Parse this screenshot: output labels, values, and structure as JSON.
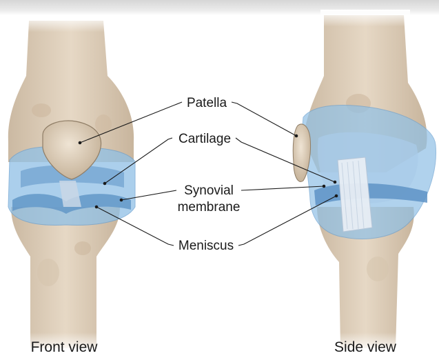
{
  "labels": {
    "patella": "Patella",
    "cartilage": "Cartilage",
    "synovial_line1": "Synovial",
    "synovial_line2": "membrane",
    "meniscus": "Meniscus"
  },
  "captions": {
    "front": "Front view",
    "side": "Side view"
  },
  "colors": {
    "bone": "#e0d0bb",
    "bone_shadow": "#c7b49c",
    "synovial": "#8fc0e6",
    "synovial_dark": "#5e93c6",
    "cartilage": "#9cc4e4",
    "ligament": "#e8eef5",
    "leader_line": "#1a1a1a"
  }
}
